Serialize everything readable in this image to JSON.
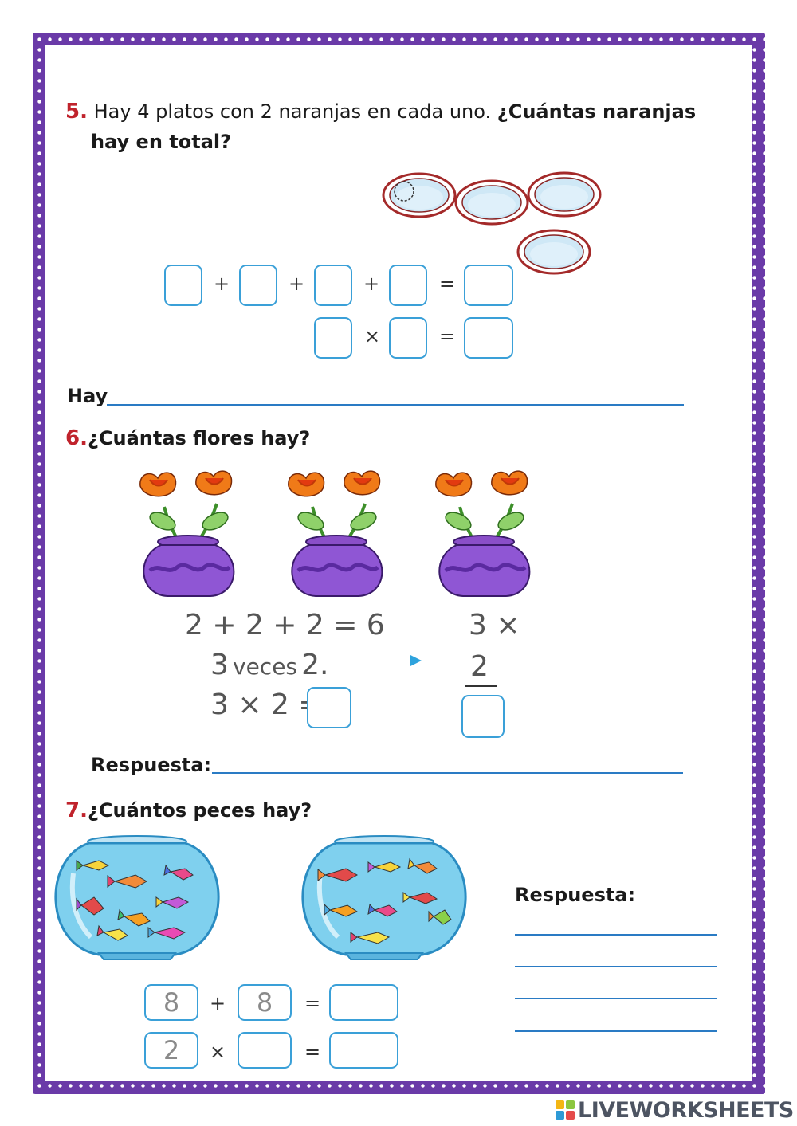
{
  "q5": {
    "number": "5.",
    "text_regular": "Hay 4 platos con 2 naranjas en cada uno.",
    "text_bold_1": "¿Cuántas naranjas",
    "text_bold_2": "hay en total?",
    "plus": "+",
    "equals": "=",
    "times": "×",
    "answer_label": "Hay"
  },
  "q6": {
    "number": "6.",
    "title": "¿Cuántas flores hay?",
    "sum_expr": "2 + 2 + 2 = 6",
    "veces_3": "3",
    "veces_word": "veces",
    "veces_2": "2.",
    "mult_expr": "3 × 2 =",
    "vertical_top": "3 ×",
    "vertical_bottom": "2",
    "answer_label": "Respuesta:"
  },
  "q7": {
    "number": "7.",
    "title": "¿Cuántos peces hay?",
    "box_a": "8",
    "plus": "+",
    "box_b": "8",
    "equals": "=",
    "box_c": "2",
    "times": "×",
    "answer_label": "Respuesta:"
  },
  "footer": {
    "brand": "LIVEWORKSHEETS"
  },
  "colors": {
    "frame": "#6a3aa8",
    "box": "#3aa0d8",
    "qnum": "#c0232c",
    "line": "#2a7bc4"
  },
  "icons": [
    "plate-icon",
    "flower-pot-icon",
    "fishbowl-icon",
    "play-arrow-icon"
  ]
}
